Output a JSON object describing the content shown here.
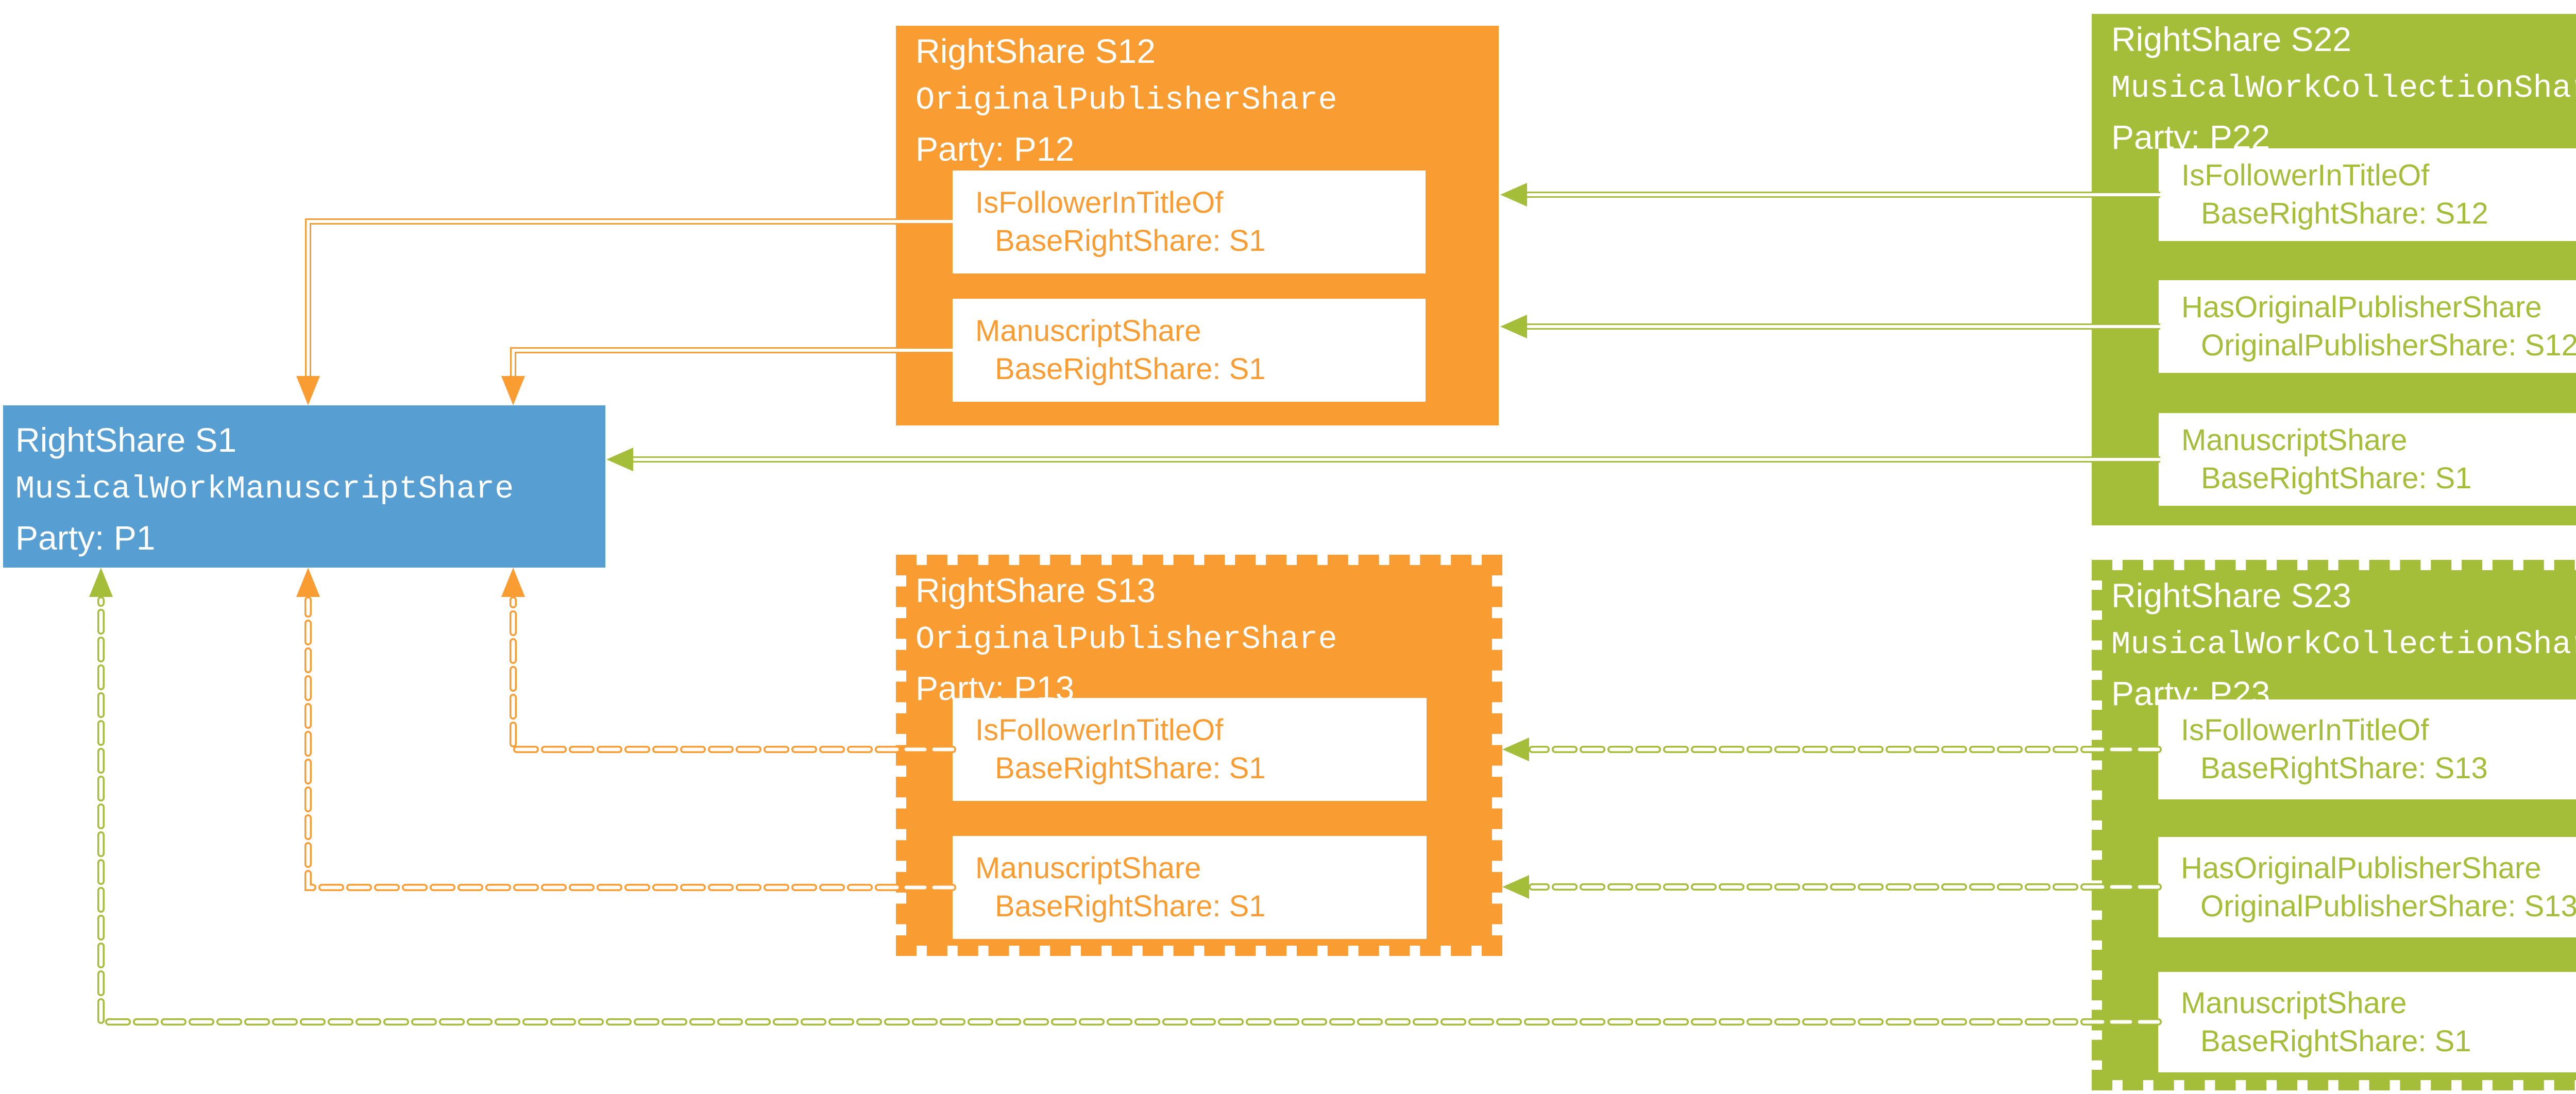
{
  "diagram": {
    "description": "RightShare relationship diagram",
    "colors": {
      "blue": "#579ED3",
      "orange": "#F99D33",
      "green": "#A5BE3A",
      "inner_box": "#FFFFFF",
      "header_text": "#FFFFFF"
    },
    "nodes": {
      "s1": {
        "title": "RightShare S1",
        "type": "MusicalWorkManuscriptShare",
        "party": "Party: P1",
        "style": "solid",
        "color": "blue"
      },
      "s12": {
        "title": "RightShare S12",
        "type": "OriginalPublisherShare",
        "party": "Party: P12",
        "style": "solid",
        "color": "orange",
        "items": [
          {
            "line1": "IsFollowerInTitleOf",
            "line2": "BaseRightShare: S1"
          },
          {
            "line1": "ManuscriptShare",
            "line2": "BaseRightShare: S1"
          }
        ]
      },
      "s13": {
        "title": "RightShare S13",
        "type": "OriginalPublisherShare",
        "party": "Party: P13",
        "style": "dashed",
        "color": "orange",
        "items": [
          {
            "line1": "IsFollowerInTitleOf",
            "line2": "BaseRightShare: S1"
          },
          {
            "line1": "ManuscriptShare",
            "line2": "BaseRightShare: S1"
          }
        ]
      },
      "s22": {
        "title": "RightShare S22",
        "type": "MusicalWorkCollectionShare",
        "party": "Party: P22",
        "style": "solid",
        "color": "green",
        "items": [
          {
            "line1": "IsFollowerInTitleOf",
            "line2": "BaseRightShare: S12"
          },
          {
            "line1": "HasOriginalPublisherShare",
            "line2": "OriginalPublisherShare: S12"
          },
          {
            "line1": "ManuscriptShare",
            "line2": "BaseRightShare: S1"
          }
        ]
      },
      "s23": {
        "title": "RightShare S23",
        "type": "MusicalWorkCollectionShare",
        "party": "Party: P23",
        "style": "dashed",
        "color": "green",
        "items": [
          {
            "line1": "IsFollowerInTitleOf",
            "line2": "BaseRightShare: S13"
          },
          {
            "line1": "HasOriginalPublisherShare",
            "line2": "OriginalPublisherShare: S13"
          },
          {
            "line1": "ManuscriptShare",
            "line2": "BaseRightShare: S1"
          }
        ]
      }
    },
    "edges": [
      {
        "from": "s12.items.0",
        "to": "s1.top",
        "color": "orange",
        "line": "solid"
      },
      {
        "from": "s12.items.1",
        "to": "s1.top",
        "color": "orange",
        "line": "solid"
      },
      {
        "from": "s22.items.0",
        "to": "s12.items.0",
        "color": "green",
        "line": "solid"
      },
      {
        "from": "s22.items.1",
        "to": "s12.items.1",
        "color": "green",
        "line": "solid"
      },
      {
        "from": "s22.items.2",
        "to": "s1.right",
        "color": "green",
        "line": "solid"
      },
      {
        "from": "s13.items.0",
        "to": "s1.bottom",
        "color": "orange",
        "line": "dashed"
      },
      {
        "from": "s13.items.1",
        "to": "s1.bottom",
        "color": "orange",
        "line": "dashed"
      },
      {
        "from": "s23.items.0",
        "to": "s13.items.0",
        "color": "green",
        "line": "dashed"
      },
      {
        "from": "s23.items.1",
        "to": "s13.items.1",
        "color": "green",
        "line": "dashed"
      },
      {
        "from": "s23.items.2",
        "to": "s1.bottom",
        "color": "green",
        "line": "dashed"
      }
    ]
  }
}
